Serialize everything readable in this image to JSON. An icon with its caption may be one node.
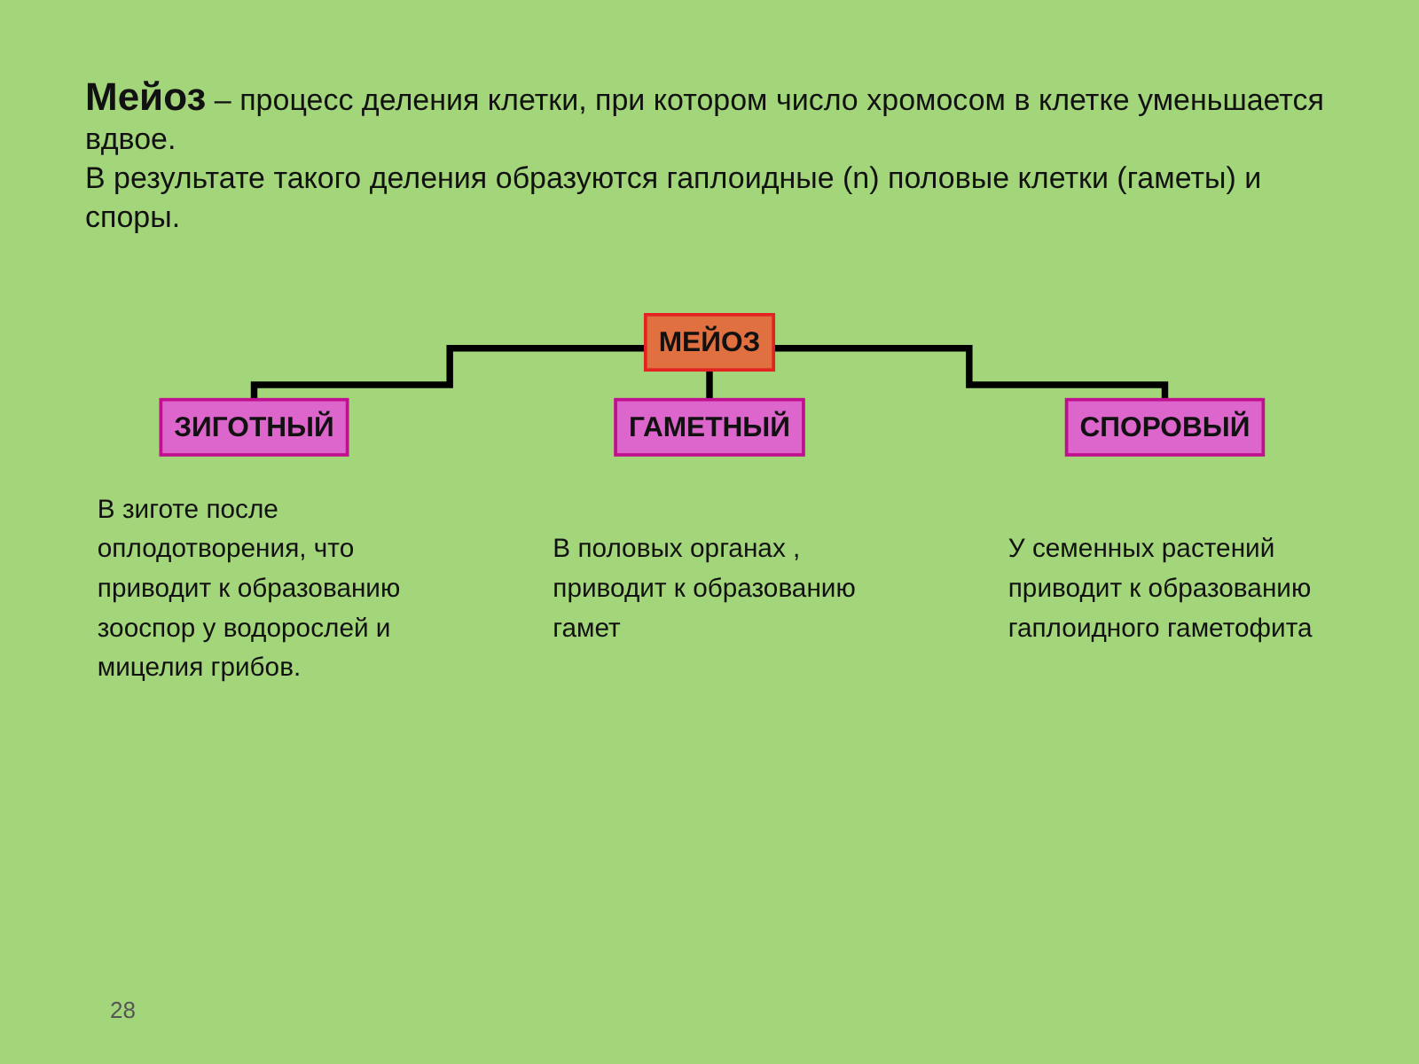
{
  "diagram": {
    "title": "**Мейоз** – процесс деления клетки, при котором число хромосом в клетке уменьшается вдвое.",
    "nodes": [
      {
        "text": [
          "МЕЙОЗ"
        ]
      },
      {
        "text": [
          "ЗИГОТНЫЙ"
        ],
        "beside": [
          "В зиготе после оплодотворения, что приводит к образованию зооспор у водорослей и мицелия грибов."
        ]
      },
      {
        "text": [
          "ГАМЕТНЫЙ"
        ],
        "beside": [
          "В половых органах , приводит к образованию гамет"
        ]
      },
      {
        "text": [
          "СПОРОВЫЙ"
        ],
        "beside": [
          "У семенных растений приводит к образованию гаплоидного гаметофита"
        ]
      }
    ],
    "edges": [
      {
        "from": 0,
        "to": 1,
        "arrow": "none"
      },
      {
        "from": 0,
        "to": 2,
        "arrow": "none"
      },
      {
        "from": 0,
        "to": 3,
        "arrow": "none"
      }
    ],
    "labels": [
      "В результате такого деления образуются гаплоидные (n) половые клетки (гаметы) и споры.",
      "28"
    ]
  }
}
